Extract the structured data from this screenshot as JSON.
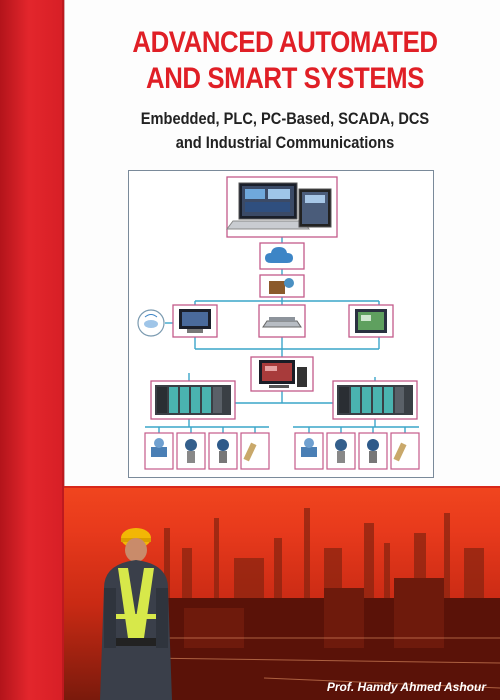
{
  "cover": {
    "title_line1": "ADVANCED AUTOMATED",
    "title_line2": "AND SMART SYSTEMS",
    "subtitle_line1": "Embedded, PLC, PC-Based, SCADA, DCS",
    "subtitle_line2": "and Industrial Communications",
    "author": "Prof. Hamdy Ahmed Ashour"
  },
  "colors": {
    "spine": "#d71f26",
    "title": "#e01f26",
    "connector": "#3aa5c9",
    "box_border": "#c45a8a"
  },
  "diagram": {
    "icons": [
      "laptop-tablet-icon",
      "cloud-icon",
      "gateway-icon",
      "wireless-sensor-icon",
      "hmi-panel-icon",
      "switch-icon",
      "touch-panel-icon",
      "workstation-icon",
      "plc-rack-icon",
      "valve-icon",
      "transmitter-icon",
      "proximity-sensor-icon"
    ]
  }
}
